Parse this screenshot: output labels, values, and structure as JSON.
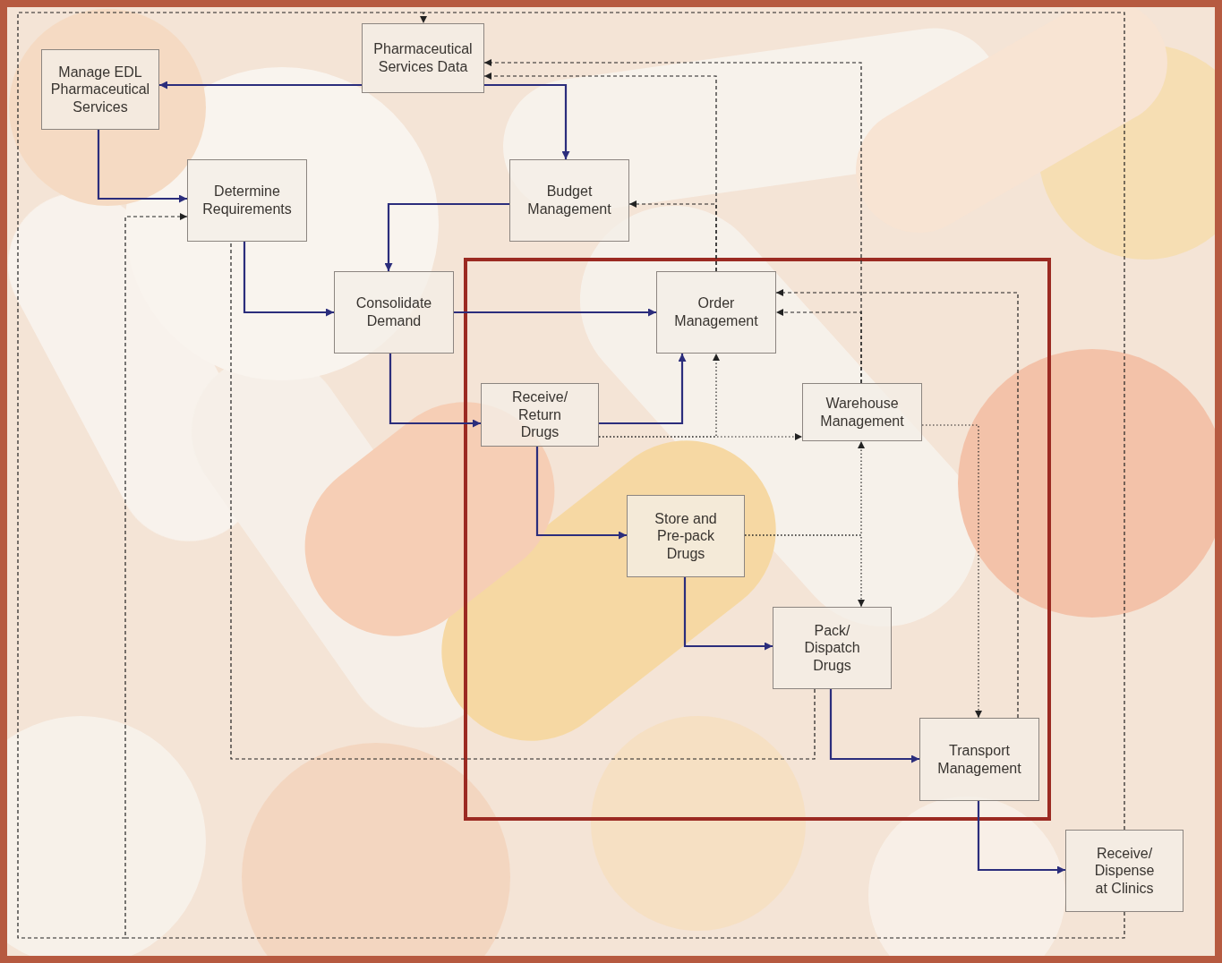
{
  "diagram": {
    "nodes": [
      {
        "text": [
          "Manage EDL Pharmaceutical Services"
        ]
      },
      {
        "text": [
          "Pharmaceutical Services Data"
        ]
      },
      {
        "text": [
          "Determine Requirements"
        ]
      },
      {
        "text": [
          "Budget Management"
        ]
      },
      {
        "text": [
          "Consolidate Demand"
        ]
      },
      {
        "text": [
          "Order Management"
        ]
      },
      {
        "text": [
          "Receive/ Return Drugs"
        ]
      },
      {
        "text": [
          "Warehouse Management"
        ]
      },
      {
        "text": [
          "Store and Pre-pack Drugs"
        ]
      },
      {
        "text": [
          "Pack/ Dispatch Drugs"
        ]
      },
      {
        "text": [
          "Transport Management"
        ]
      },
      {
        "text": [
          "Receive/ Dispense at Clinics"
        ]
      }
    ],
    "edges": [
      {
        "from": 1,
        "to": 0,
        "arrow": "to"
      },
      {
        "from": 1,
        "to": 3,
        "arrow": "to"
      },
      {
        "from": 0,
        "to": 2,
        "arrow": "to"
      },
      {
        "from": 3,
        "to": 4,
        "arrow": "to"
      },
      {
        "from": 2,
        "to": 4,
        "arrow": "to"
      },
      {
        "from": 4,
        "to": 5,
        "arrow": "to"
      },
      {
        "from": 4,
        "to": 6,
        "arrow": "to"
      },
      {
        "from": 6,
        "to": 5,
        "arrow": "to"
      },
      {
        "from": 6,
        "to": 8,
        "arrow": "to"
      },
      {
        "from": 8,
        "to": 9,
        "arrow": "to"
      },
      {
        "from": 9,
        "to": 10,
        "arrow": "to"
      },
      {
        "from": 10,
        "to": 11,
        "arrow": "to"
      },
      {
        "from": 5,
        "to": 3,
        "arrow": "to"
      },
      {
        "from": 5,
        "to": 1,
        "arrow": "to"
      },
      {
        "from": 7,
        "to": 1,
        "arrow": "to"
      },
      {
        "from": 11,
        "to": 1,
        "arrow": "to"
      },
      {
        "from": 11,
        "to": 2,
        "arrow": "to"
      },
      {
        "from": 9,
        "to": 2,
        "arrow": "none"
      },
      {
        "from": 10,
        "to": 5,
        "arrow": "to"
      },
      {
        "from": 7,
        "to": 5,
        "arrow": "to"
      },
      {
        "from": 7,
        "to": 10,
        "arrow": "to"
      },
      {
        "from": 6,
        "to": 7,
        "arrow": "to"
      },
      {
        "from": 6,
        "to": 5,
        "arrow": "to"
      },
      {
        "from": 8,
        "to": 7,
        "arrow": "to"
      },
      {
        "from": 8,
        "to": 9,
        "arrow": "to"
      }
    ]
  }
}
